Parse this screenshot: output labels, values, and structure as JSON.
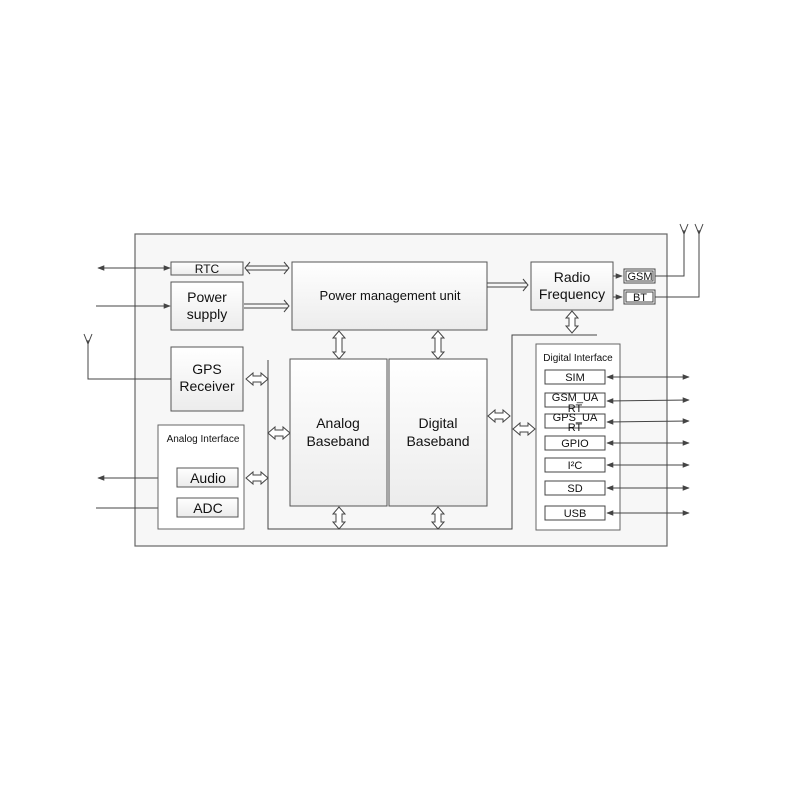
{
  "diagram": {
    "blocks": {
      "rtc": "RTC",
      "power_supply": [
        "Power",
        "supply"
      ],
      "pmu": "Power management unit",
      "radio_frequency": [
        "Radio",
        "Frequency"
      ],
      "gsm": "GSM",
      "bt": "BT",
      "gps_receiver": [
        "GPS",
        "Receiver"
      ],
      "analog_interface": "Analog Interface",
      "audio": "Audio",
      "adc": "ADC",
      "analog_baseband": [
        "Analog",
        "Baseband"
      ],
      "digital_baseband": [
        "Digital",
        "Baseband"
      ],
      "digital_interface": "Digital Interface",
      "sim": "SIM",
      "gsm_uart": [
        "GSM_UA",
        "RT"
      ],
      "gps_uart": [
        "GPS_UA",
        "RT"
      ],
      "gpio": "GPIO",
      "i2c": "I²C",
      "sd": "SD",
      "usb": "USB"
    }
  }
}
